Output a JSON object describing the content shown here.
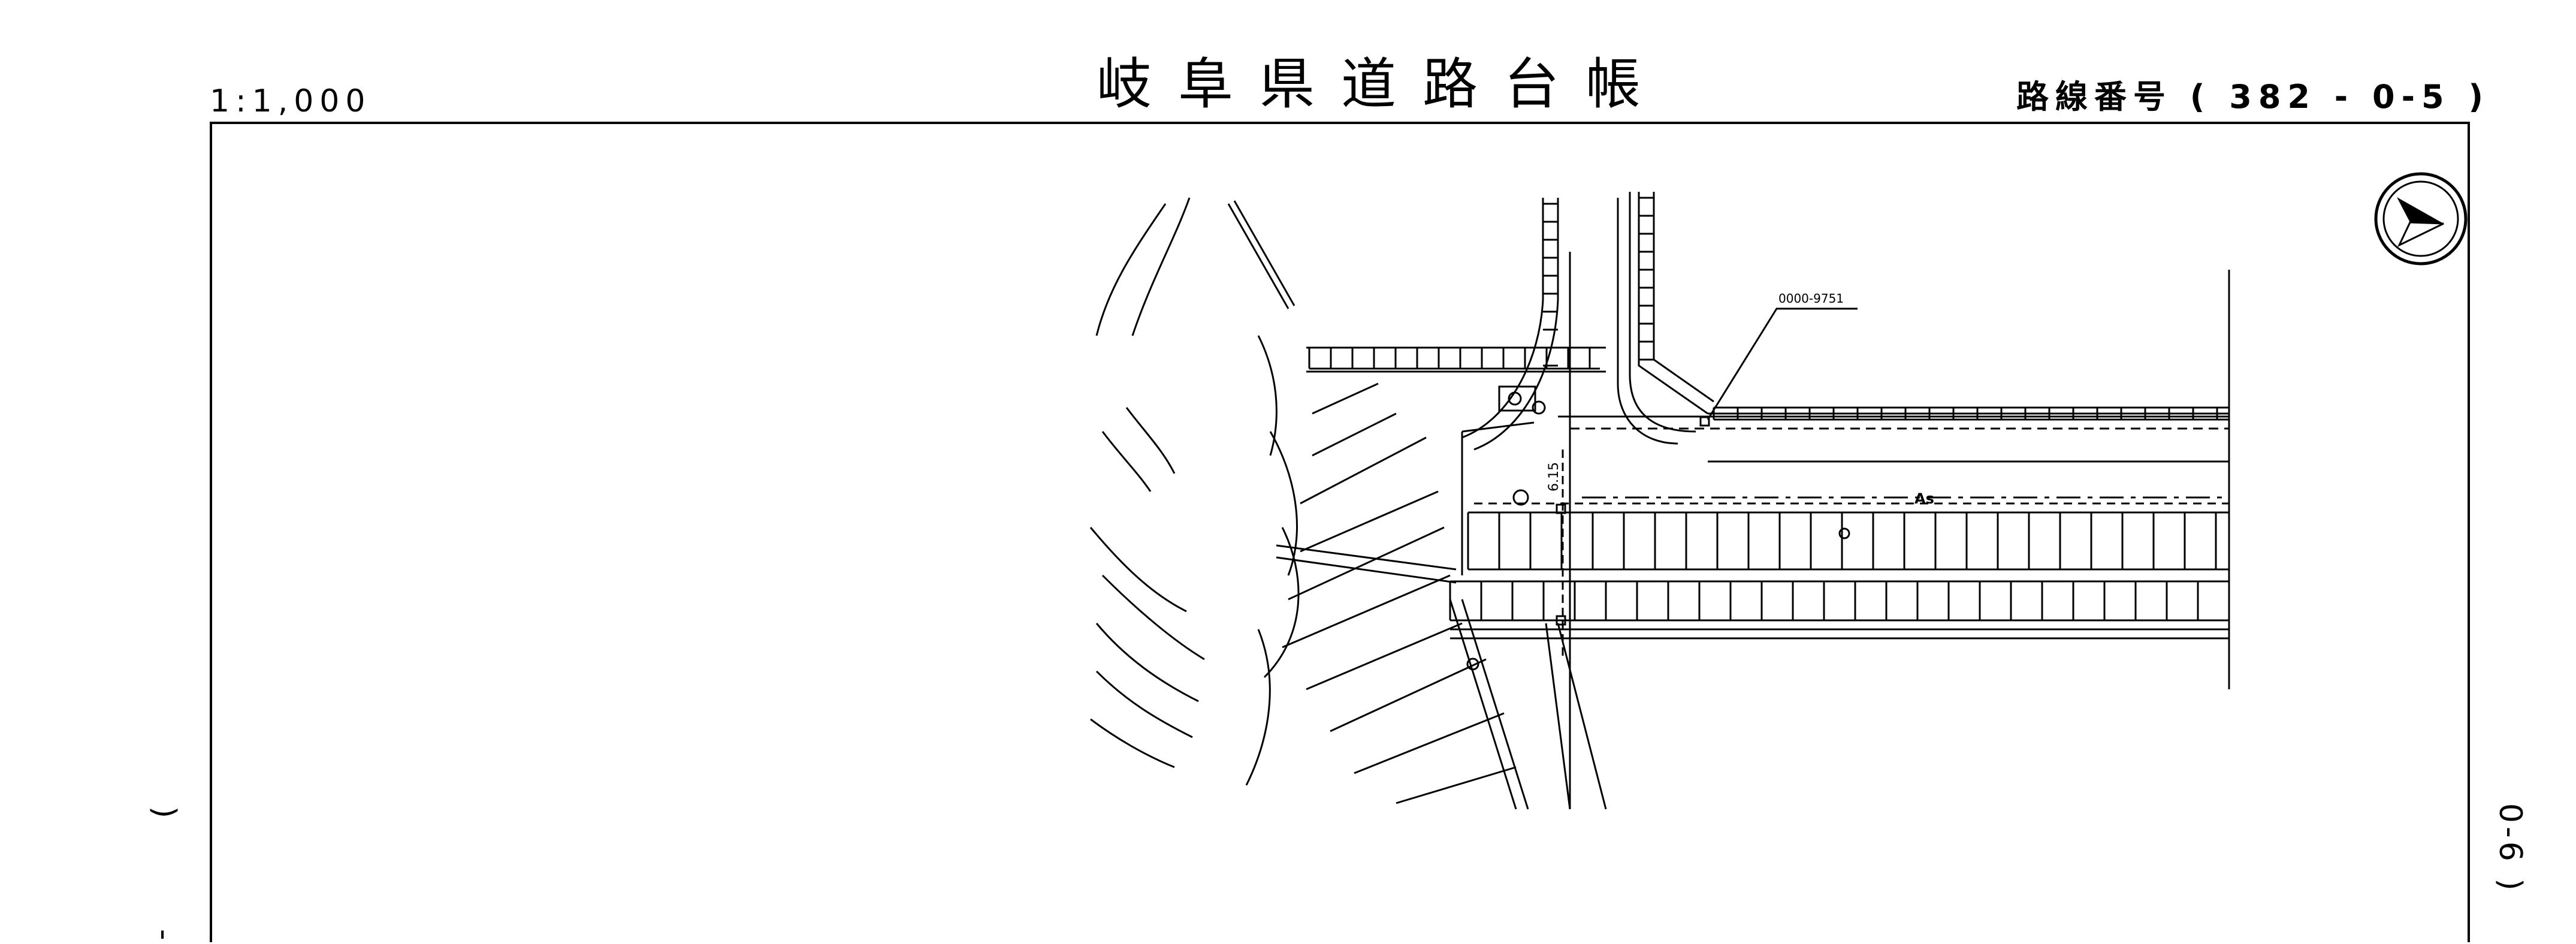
{
  "header": {
    "title": "岐阜県道路台帳",
    "scale": "1:1,000",
    "route_number": "路線番号 ( 382 - 0-5 )"
  },
  "side_labels": {
    "next_sheet": "0-6 )",
    "prev_paren": ")",
    "prev_dash": "-"
  },
  "map_labels": {
    "station_id": "0000-9751",
    "surface": "As",
    "width": "6.15"
  },
  "icons": {
    "north_arrow": "north-arrow-icon"
  }
}
